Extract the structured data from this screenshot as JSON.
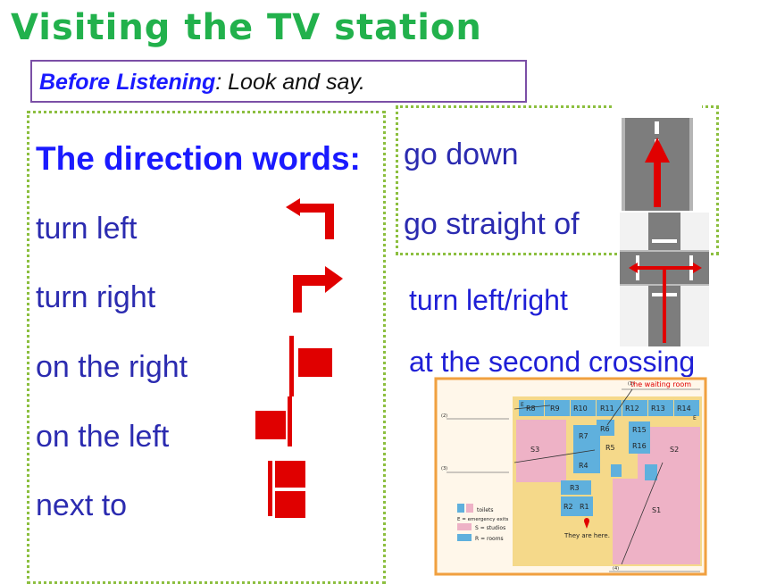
{
  "title": "Visiting the TV station",
  "subtitle": {
    "label": "Before Listening",
    "rest": ": Look and say."
  },
  "left_panel": {
    "heading": "The direction words:",
    "items": [
      "turn left",
      "turn right",
      "on the right",
      "on the left",
      "next to"
    ]
  },
  "right_panel": {
    "items": [
      "go down",
      "go straight of"
    ]
  },
  "extra": {
    "line1": "turn left/right",
    "line2": "at the second crossing"
  },
  "map": {
    "waiting_room": "the waiting room",
    "top_rooms": [
      "R8",
      "R9",
      "R10",
      "R11",
      "R12",
      "R13",
      "R14"
    ],
    "rooms": {
      "r7": "R7",
      "r6": "R6",
      "r5": "R5",
      "r15": "R15",
      "r16": "R16",
      "r4": "R4",
      "r3": "R3",
      "r2": "R2",
      "r1": "R1"
    },
    "studios": {
      "s3": "S3",
      "s2": "S2",
      "s1": "S1"
    },
    "emergency": "E",
    "blank_labels": [
      "(1)",
      "(2)",
      "(3)",
      "(4)"
    ],
    "you_are_here": "They are here.",
    "legend": [
      "toilets",
      "E = emergency exits",
      "S = studios",
      "R = rooms"
    ]
  },
  "colors": {
    "title": "#22b14c",
    "arrow": "#e00000",
    "border": "#8cbf3f",
    "map_rooms": "#5fb0dd",
    "map_studios": "#eeb2c6",
    "map_corridor": "#f5d98a"
  }
}
